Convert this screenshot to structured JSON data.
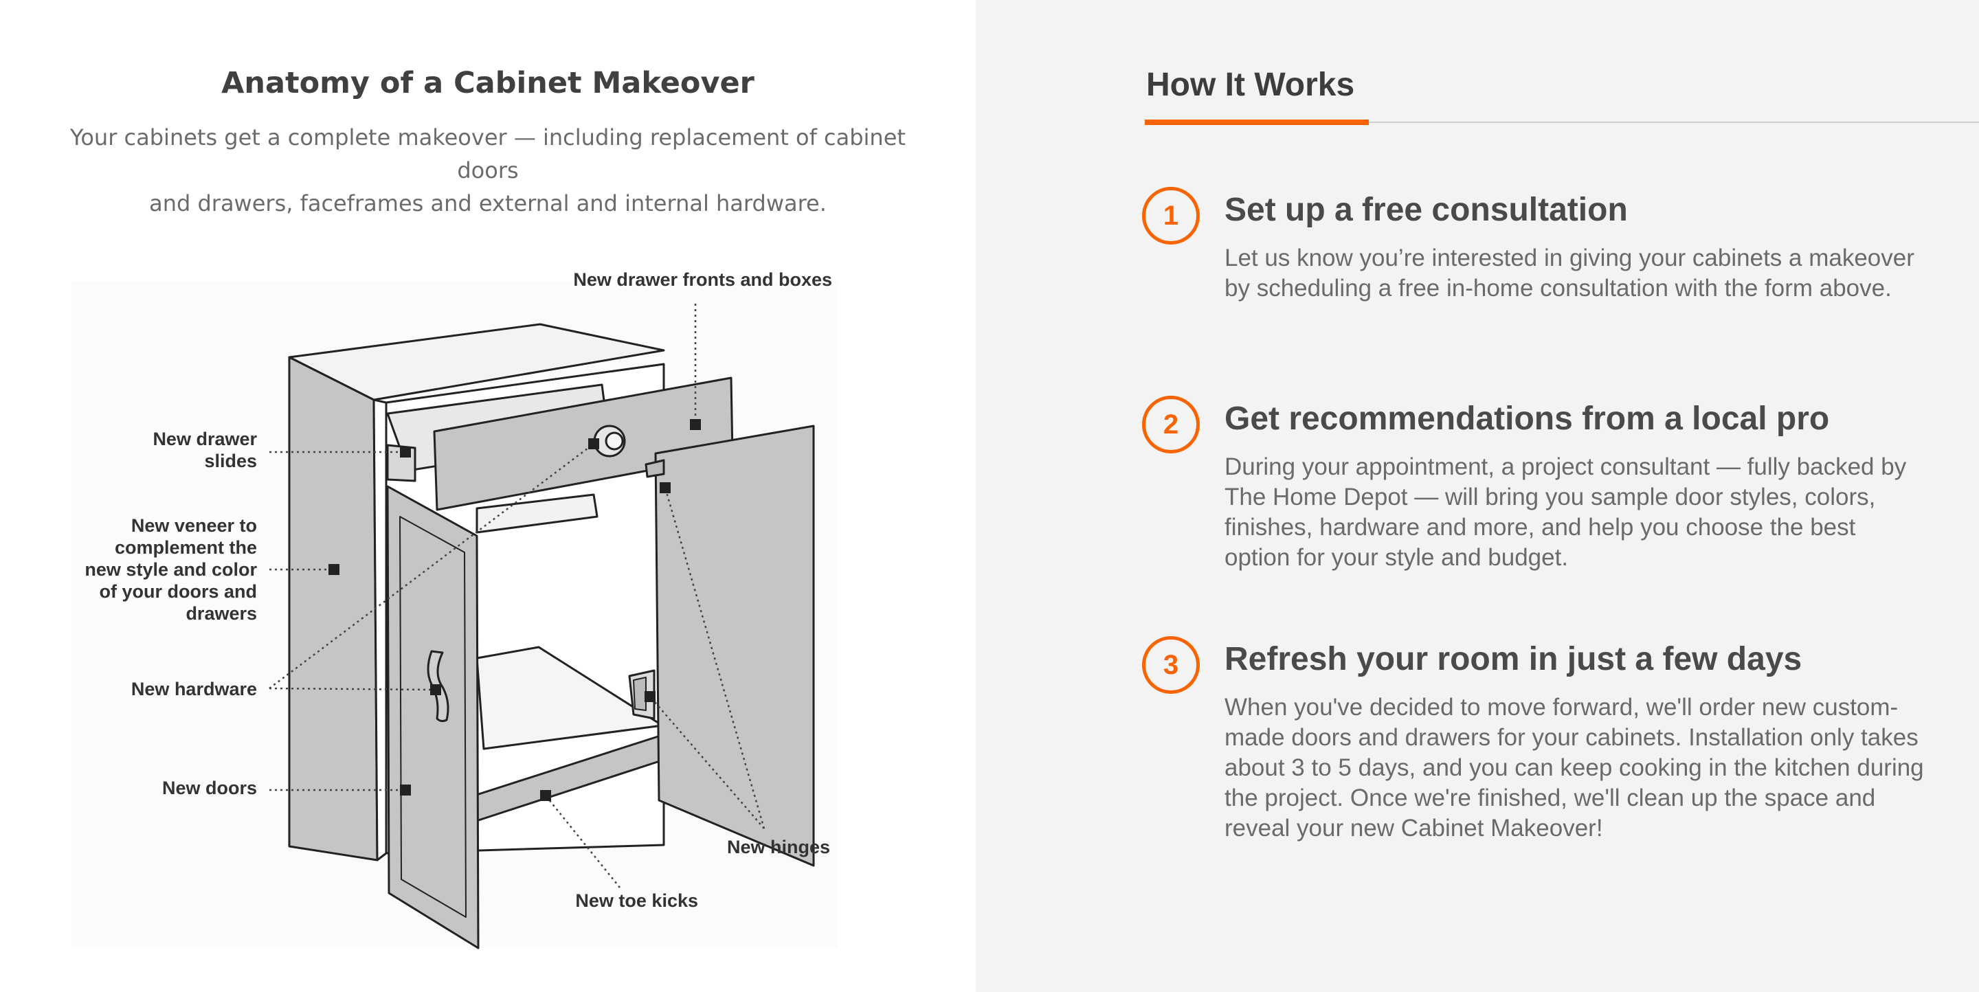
{
  "anatomy": {
    "title": "Anatomy of a Cabinet Makeover",
    "subtitle_line1": "Your cabinets get a complete makeover — including replacement of cabinet doors",
    "subtitle_line2": "and drawers, faceframes and external and internal hardware.",
    "labels": {
      "drawer_fronts": "New drawer fronts and boxes",
      "drawer_slides_1": "New drawer",
      "drawer_slides_2": "slides",
      "veneer_1": "New veneer to",
      "veneer_2": "complement the",
      "veneer_3": "new style and color",
      "veneer_4": "of your doors and",
      "veneer_5": "drawers",
      "hardware": "New hardware",
      "doors": "New doors",
      "hinges": "New hinges",
      "toe_kicks": "New toe kicks"
    }
  },
  "how_it_works": {
    "title": "How It Works",
    "accent_color": "#f96302",
    "steps": [
      {
        "number": "1",
        "heading": "Set up a free consultation",
        "body": "Let us know you’re interested in giving your cabinets a makeover by scheduling a free in-home consultation with the form above."
      },
      {
        "number": "2",
        "heading": "Get recommendations from a local pro",
        "body": "During your appointment, a project consultant — fully backed by The Home Depot — will bring you sample door styles, colors, finishes, hardware and more, and help you choose the best option for your style and budget."
      },
      {
        "number": "3",
        "heading": "Refresh your room in just a few days",
        "body": "When you've decided to move forward, we'll order new custom-made doors and drawers for your cabinets. Installation only takes about 3 to 5 days, and you can keep cooking in the kitchen during the project. Once we're finished, we'll clean up the space and reveal your new Cabinet Makeover!"
      }
    ]
  }
}
